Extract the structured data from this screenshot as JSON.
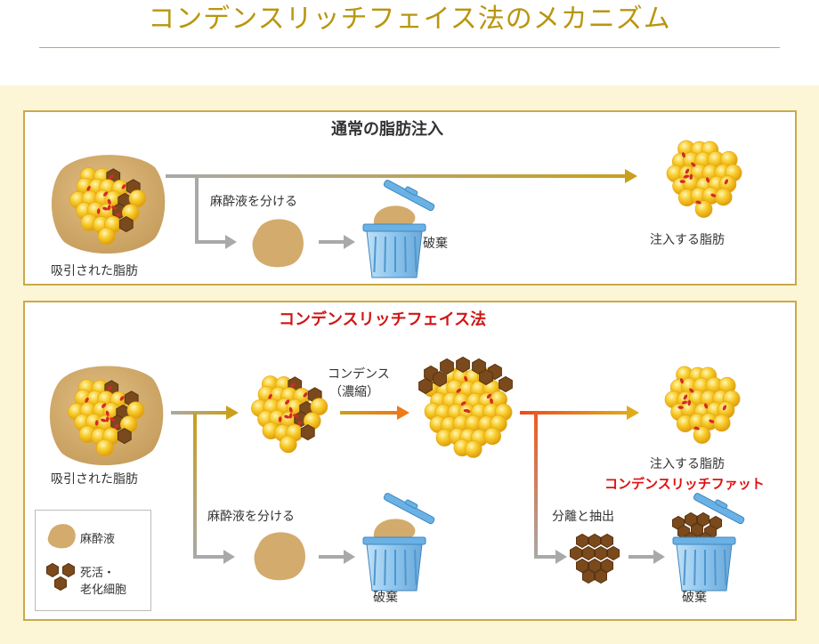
{
  "page_title": "コンデンスリッチフェイス法のメカニズム",
  "normal": {
    "heading": "通常の脂肪注入",
    "aspirated_fat_label": "吸引された脂肪",
    "separate_label": "麻酔液を分ける",
    "discard_label": "破棄",
    "inject_label": "注入する脂肪"
  },
  "condense": {
    "heading": "コンデンスリッチフェイス法",
    "aspirated_fat_label": "吸引された脂肪",
    "condense_label_1": "コンデンス",
    "condense_label_2": "（濃縮）",
    "separate_label": "麻酔液を分ける",
    "discard_label_1": "破棄",
    "separate_extract_label": "分離と抽出",
    "discard_label_2": "破棄",
    "inject_label": "注入する脂肪",
    "crf_label": "コンデンスリッチファット"
  },
  "legend": {
    "anesthetic": "麻酔液",
    "dead_cells_1": "死活・",
    "dead_cells_2": "老化細胞"
  },
  "colors": {
    "gold": "#c9a94a",
    "title": "#b8960e",
    "cream": "#fdf6d6",
    "fat": "#f6c21c",
    "dead_cell": "#7a4a1c",
    "blood": "#d42a2a",
    "anesthetic": "#d3ab6c",
    "bin": "#8fc6ec",
    "red_text": "#e01010"
  }
}
